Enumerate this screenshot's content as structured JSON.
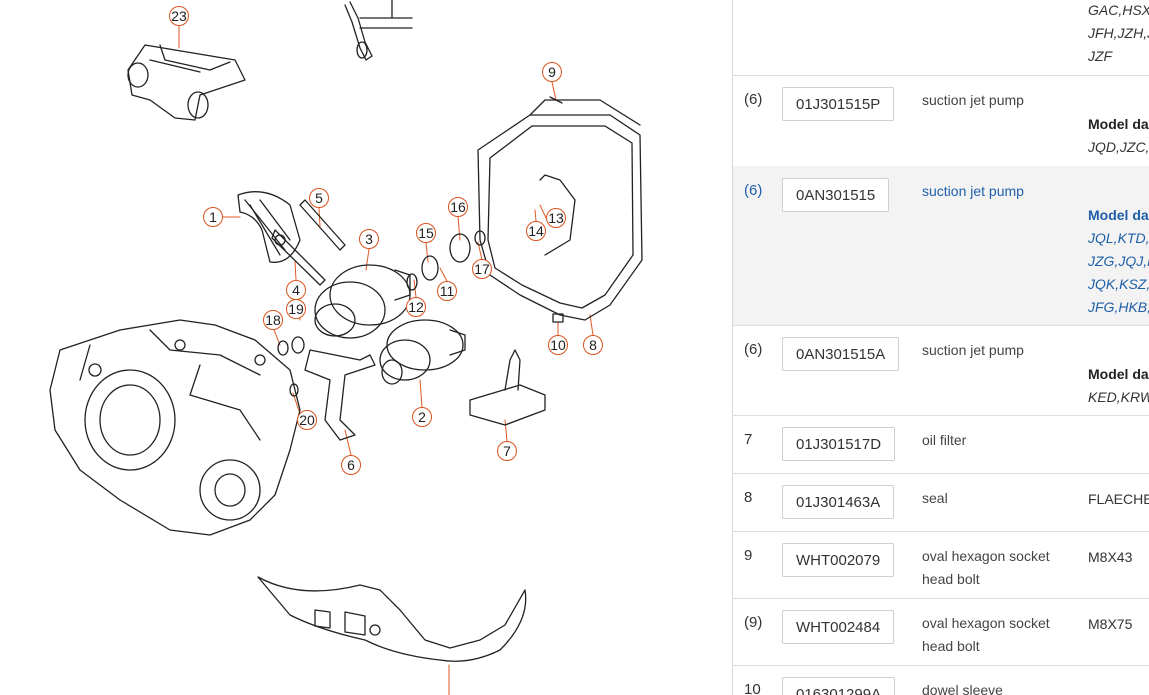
{
  "diagram": {
    "callouts": [
      "23",
      "9",
      "5",
      "1",
      "3",
      "16",
      "15",
      "13",
      "14",
      "17",
      "4",
      "12",
      "11",
      "19",
      "18",
      "10",
      "8",
      "2",
      "20",
      "7",
      "6"
    ]
  },
  "table": {
    "top_fragment": [
      "GAC,HSX,J",
      "JFH,JZH,JZ",
      "JZF"
    ],
    "rows": [
      {
        "pos": "(6)",
        "part": "01J301515P",
        "desc": "suction jet pump",
        "note_label": "Model da",
        "note_lines": [
          "JQD,JZC,JZ"
        ]
      },
      {
        "pos": "(6)",
        "part": "0AN301515",
        "desc": "suction jet pump",
        "note_label": "Model da",
        "note_lines": [
          "JQL,KTD,K",
          "JZG,JQJ,KT",
          "JQK,KSZ,H",
          "JFG,HKB,K"
        ]
      },
      {
        "pos": "(6)",
        "part": "0AN301515A",
        "desc": "suction jet pump",
        "note_label": "Model da",
        "note_lines": [
          "KED,KRW"
        ]
      },
      {
        "pos": "7",
        "part": "01J301517D",
        "desc": "oil filter",
        "note_label": "",
        "note_lines": []
      },
      {
        "pos": "8",
        "part": "01J301463A",
        "desc": "seal",
        "note_label": "",
        "note_lines": [
          "FLAECHEN"
        ]
      },
      {
        "pos": "9",
        "part": "WHT002079",
        "desc": "oval hexagon socket head bolt",
        "note_label": "",
        "note_lines": [
          "M8X43"
        ]
      },
      {
        "pos": "(9)",
        "part": "WHT002484",
        "desc": "oval hexagon socket head bolt",
        "note_label": "",
        "note_lines": [
          "M8X75"
        ]
      },
      {
        "pos": "10",
        "part": "016301299A",
        "desc": "dowel sleeve",
        "note_label": "",
        "note_lines": []
      }
    ]
  }
}
